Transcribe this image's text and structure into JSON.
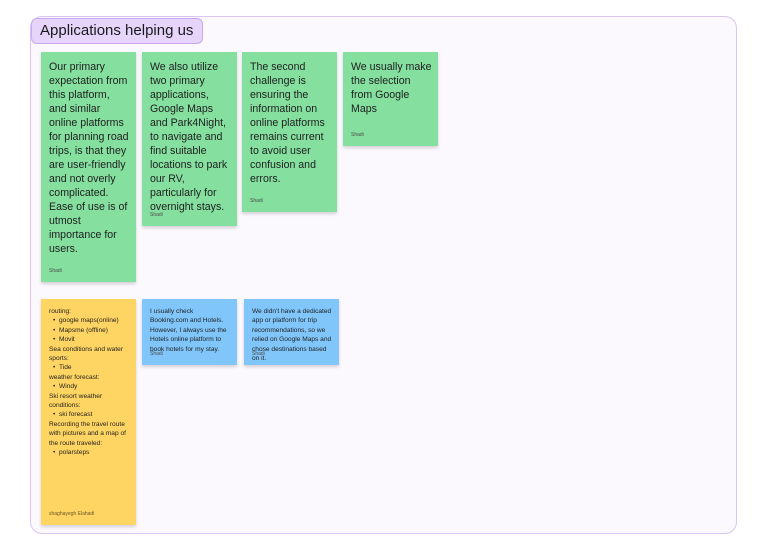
{
  "section": {
    "title": "Applications helping us"
  },
  "stickies": [
    {
      "text": "Our primary expectation from this platform, and similar online platforms for planning road trips, is that they are user-friendly and not overly complicated. Ease of use is of utmost importance for users.",
      "author": "Shadi"
    },
    {
      "text": "We also utilize two primary applications, Google Maps and Park4Night, to navigate and find suitable locations to park our RV, particularly for overnight stays.",
      "author": "Shadi"
    },
    {
      "text": "The second challenge is ensuring the information on online platforms remains current to avoid user confusion and errors.",
      "author": "Shadi"
    },
    {
      "text": "We usually make the selection from Google Maps",
      "author": "Shadi"
    },
    {
      "lines": [
        {
          "type": "text",
          "value": "routing:"
        },
        {
          "type": "bullet",
          "value": "google maps(online)"
        },
        {
          "type": "bullet",
          "value": "Mapsme (offline)"
        },
        {
          "type": "bullet",
          "value": "Movit"
        },
        {
          "type": "text",
          "value": "Sea conditions and water sports:"
        },
        {
          "type": "bullet",
          "value": "Tide"
        },
        {
          "type": "text",
          "value": "weather forecast:"
        },
        {
          "type": "bullet",
          "value": "Windy"
        },
        {
          "type": "text",
          "value": "Ski resort weather conditions:"
        },
        {
          "type": "bullet",
          "value": "ski forecast"
        },
        {
          "type": "text",
          "value": "Recording the travel route with pictures and a map of the route traveled:"
        },
        {
          "type": "bullet",
          "value": "polarsteps"
        }
      ],
      "author": "shaghayegh Elahadi"
    },
    {
      "text": "I usually check Booking.com and Hotels. However, I always use the Hotels online platform to book hotels for my stay.",
      "author": "Shadi"
    },
    {
      "text": "We didn't have a dedicated app or platform for trip recommendations, so we relied on Google Maps and chose destinations based on it.",
      "author": "Shadi"
    }
  ],
  "colors": {
    "green": "#85df9f",
    "blue": "#80c6fa",
    "yellow": "#fed462",
    "section_border": "#d9c6f2",
    "title_bg": "#e6d4fb"
  }
}
